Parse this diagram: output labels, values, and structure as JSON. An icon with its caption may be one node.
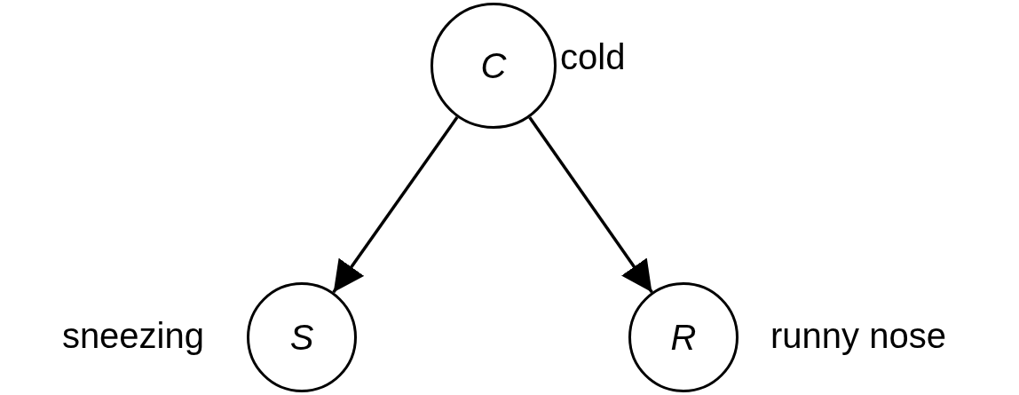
{
  "diagram": {
    "nodes": [
      {
        "text": [
          "C"
        ],
        "beside": [
          "cold"
        ]
      },
      {
        "text": [
          "S"
        ],
        "beside": [
          "sneezing"
        ]
      },
      {
        "text": [
          "R"
        ],
        "beside": [
          "runny nose"
        ]
      }
    ],
    "edges": [
      {
        "from": 0,
        "to": 1,
        "arrow": "to"
      },
      {
        "from": 0,
        "to": 2,
        "arrow": "to"
      }
    ]
  }
}
